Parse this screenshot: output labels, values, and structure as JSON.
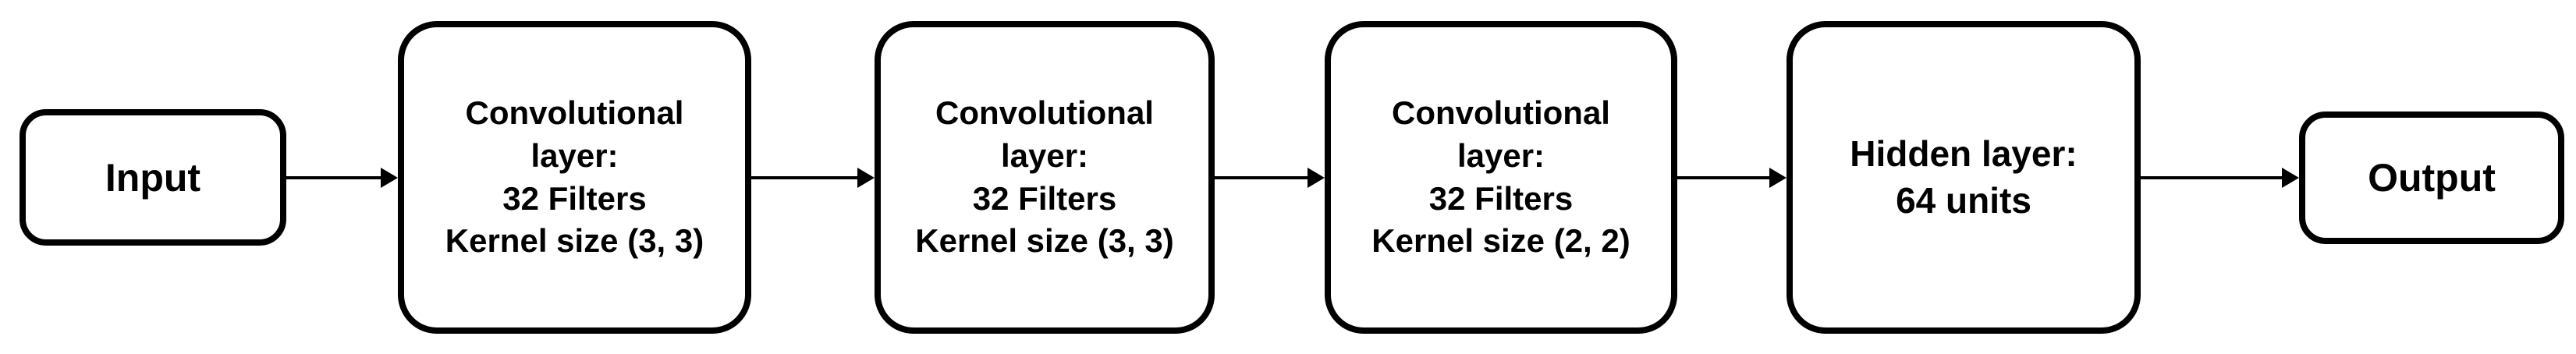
{
  "diagram": {
    "type": "flowchart",
    "direction": "left-to-right",
    "description": "Convolutional neural network architecture pipeline",
    "nodes": [
      {
        "id": "input",
        "shape": "rounded-rectangle",
        "label": "Input"
      },
      {
        "id": "conv1",
        "shape": "rounded-rectangle",
        "label": "Convolutional\nlayer:\n32 Filters\nKernel size (3, 3)"
      },
      {
        "id": "conv2",
        "shape": "rounded-rectangle",
        "label": "Convolutional\nlayer:\n32 Filters\nKernel size (3, 3)"
      },
      {
        "id": "conv3",
        "shape": "rounded-rectangle",
        "label": "Convolutional\nlayer:\n32 Filters\nKernel size (2, 2)"
      },
      {
        "id": "hidden",
        "shape": "rounded-rectangle",
        "label": "Hidden layer:\n64 units"
      },
      {
        "id": "output",
        "shape": "rounded-rectangle",
        "label": "Output"
      }
    ],
    "edges": [
      {
        "from": "input",
        "to": "conv1",
        "style": "solid-arrow"
      },
      {
        "from": "conv1",
        "to": "conv2",
        "style": "solid-arrow"
      },
      {
        "from": "conv2",
        "to": "conv3",
        "style": "solid-arrow"
      },
      {
        "from": "conv3",
        "to": "hidden",
        "style": "solid-arrow"
      },
      {
        "from": "hidden",
        "to": "output",
        "style": "solid-arrow"
      }
    ],
    "colors": {
      "background": "#ffffff",
      "node_fill": "#ffffff",
      "node_stroke": "#000000",
      "edge_stroke": "#000000",
      "text": "#000000"
    }
  }
}
